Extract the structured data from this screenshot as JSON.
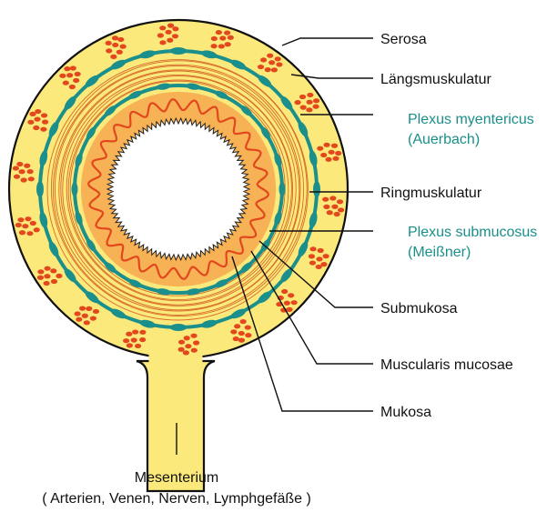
{
  "colors": {
    "serosa": "#fbe97b",
    "outline": "#111111",
    "red_dots": "#e2471d",
    "teal": "#1b8f8c",
    "muscle_lines": "#d86a2a",
    "submucosa": "#fbe97b",
    "mucosa": "#f7b255",
    "lumen": "#ffffff",
    "label_black": "#111111",
    "label_teal": "#1a8f8a"
  },
  "labels": {
    "serosa": "Serosa",
    "laengsmuskulatur": "Längsmuskulatur",
    "plexus_myentericus": "Plexus myentericus",
    "auerbach": "(Auerbach)",
    "ringmuskulatur": "Ringmuskulatur",
    "plexus_submucosus": "Plexus submucosus",
    "meissner": "(Meißner)",
    "submukosa": "Submukosa",
    "muscularis_mucosae": "Muscularis mucosae",
    "mukosa": "Mukosa",
    "mesenterium": "Mesenterium",
    "mesenterium_sub": "( Arterien, Venen, Nerven, Lymphgefäße )"
  }
}
